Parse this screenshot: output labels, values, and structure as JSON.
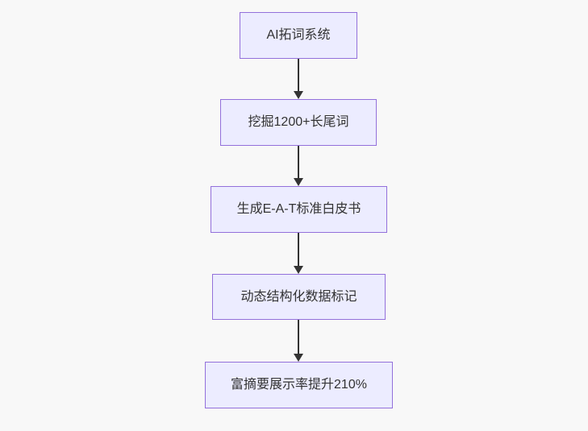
{
  "page": {
    "background_color": "#f8f8f8"
  },
  "diagram": {
    "type": "flowchart",
    "direction": "top-to-bottom",
    "style": {
      "node_fill": "#ececff",
      "node_border_color": "#9370db",
      "node_text_color": "#333333",
      "edge_color": "#333333"
    },
    "nodes": [
      {
        "id": "n1",
        "label": "AI拓词系统"
      },
      {
        "id": "n2",
        "label": "挖掘1200+长尾词"
      },
      {
        "id": "n3",
        "label": "生成E-A-T标准白皮书"
      },
      {
        "id": "n4",
        "label": "动态结构化数据标记"
      },
      {
        "id": "n5",
        "label": "富摘要展示率提升210%"
      }
    ],
    "edges": [
      {
        "from": "n1",
        "to": "n2",
        "arrow": "down"
      },
      {
        "from": "n2",
        "to": "n3",
        "arrow": "down"
      },
      {
        "from": "n3",
        "to": "n4",
        "arrow": "down"
      },
      {
        "from": "n4",
        "to": "n5",
        "arrow": "down"
      }
    ]
  }
}
